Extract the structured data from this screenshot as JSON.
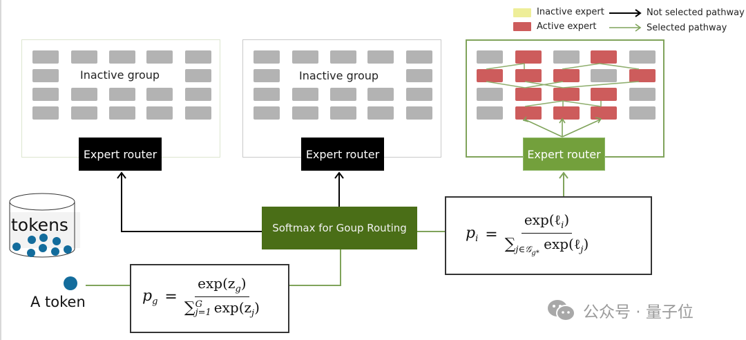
{
  "legend": {
    "inactive_expert": "Inactive expert",
    "active_expert": "Active expert",
    "not_selected_pathway": "Not selected pathway",
    "selected_pathway": "Selected pathway",
    "colors": {
      "inactive_expert": "#eeee99",
      "active_expert": "#cd5c5c",
      "not_selected_pathway": "#000000",
      "selected_pathway": "#73a03c"
    }
  },
  "groups": [
    {
      "label": "Inactive group",
      "state": "inactive",
      "router_label": "Expert router",
      "cells": [
        [
          0,
          0,
          0,
          0,
          0
        ],
        [
          0,
          null,
          null,
          null,
          0
        ],
        [
          0,
          0,
          0,
          0,
          0
        ],
        [
          0,
          0,
          0,
          0,
          0
        ]
      ]
    },
    {
      "label": "Inactive group",
      "state": "inactive",
      "router_label": "Expert router",
      "cells": [
        [
          0,
          0,
          0,
          0,
          0
        ],
        [
          0,
          null,
          null,
          null,
          0
        ],
        [
          0,
          0,
          0,
          0,
          0
        ],
        [
          0,
          0,
          0,
          0,
          0
        ]
      ]
    },
    {
      "label": "",
      "state": "active",
      "router_label": "Expert router",
      "cells": [
        [
          0,
          1,
          0,
          1,
          0
        ],
        [
          1,
          1,
          1,
          0,
          1
        ],
        [
          0,
          1,
          1,
          1,
          0
        ],
        [
          0,
          1,
          1,
          1,
          0
        ]
      ]
    }
  ],
  "softmax": {
    "label": "Softmax for Goup Routing"
  },
  "tokens": {
    "label": "tokens",
    "dot_color": "#136c9c"
  },
  "single_token": {
    "label": "A token"
  },
  "formulas": {
    "group": {
      "lhs": "p",
      "lhs_sub": "g",
      "num": "exp(z",
      "num_sub": "g",
      "den_sum": "∑",
      "den_sup": "G",
      "den_sub": "j=1",
      "den_body": "exp(z",
      "den_body_sub": "j"
    },
    "expert": {
      "lhs": "p",
      "lhs_sub": "i",
      "num": "exp(ℓ",
      "num_sub": "i",
      "den_sum": "∑",
      "den_sub": "j∈𝒢",
      "den_subsub": "g*",
      "den_body": "exp(ℓ",
      "den_body_sub": "j"
    }
  },
  "watermark": {
    "text": "公众号 · 量子位",
    "icon": "wechat-icon"
  }
}
